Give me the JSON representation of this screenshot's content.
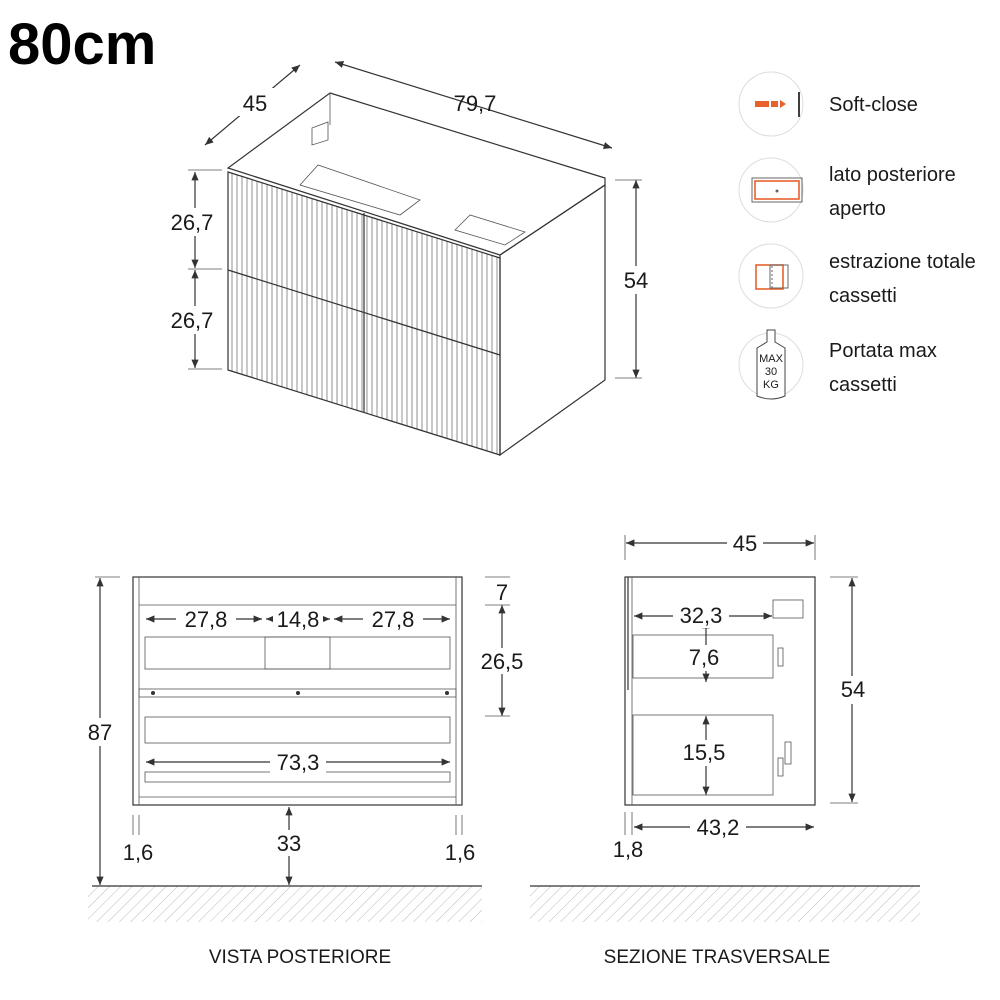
{
  "title": "80cm",
  "iso_view": {
    "depth": "45",
    "width": "79,7",
    "drawer_top": "26,7",
    "drawer_bottom": "26,7",
    "height": "54"
  },
  "features": [
    {
      "icon": "soft-close-icon",
      "line1": "Soft-close",
      "line2": ""
    },
    {
      "icon": "open-back-icon",
      "line1": "lato posteriore",
      "line2": "aperto"
    },
    {
      "icon": "full-extension-icon",
      "line1": "estrazione totale",
      "line2": "cassetti"
    },
    {
      "icon": "max-load-icon",
      "line1": "Portata max",
      "line2": "cassetti",
      "badge": [
        "MAX",
        "30",
        "KG"
      ]
    }
  ],
  "rear_view": {
    "caption": "VISTA POSTERIORE",
    "dims": {
      "left": "27,8",
      "center": "14,8",
      "right": "27,8",
      "top_gap": "7",
      "drawer_h": "26,5",
      "total_h": "87",
      "inner_w": "73,3",
      "floor_gap": "33",
      "side_l": "1,6",
      "side_r": "1,6"
    }
  },
  "section_view": {
    "caption": "SEZIONE TRASVERSALE",
    "dims": {
      "depth": "45",
      "inner": "32,3",
      "drawer1": "7,6",
      "drawer2": "15,5",
      "height": "54",
      "back": "1,8",
      "bottom": "43,2"
    }
  },
  "colors": {
    "accent": "#e8602c",
    "line": "#333333"
  }
}
